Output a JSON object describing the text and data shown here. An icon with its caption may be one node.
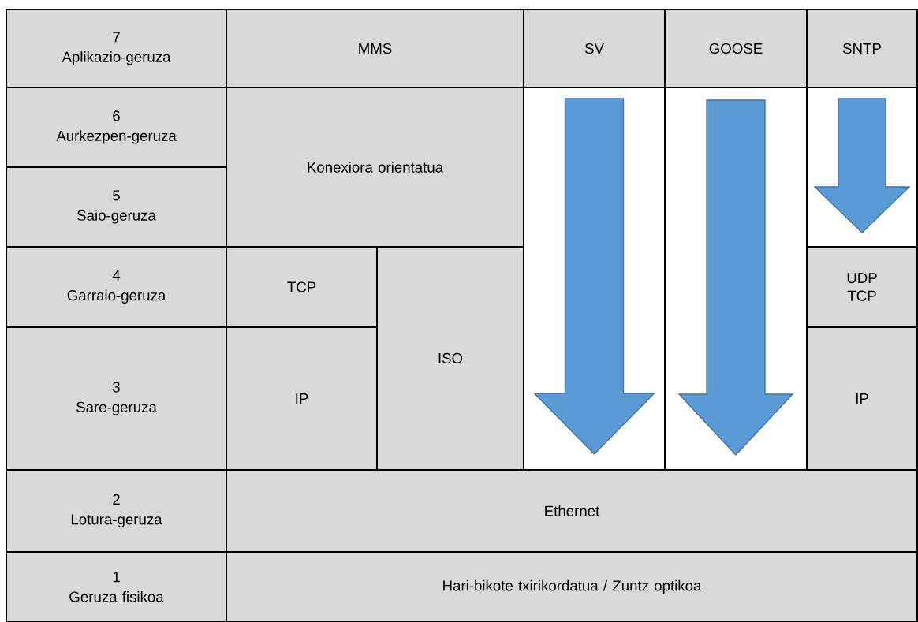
{
  "diagram": {
    "nodes": [
      {
        "text": [
          "7",
          "Aplikazio-geruza"
        ]
      },
      {
        "text": [
          "MMS"
        ]
      },
      {
        "text": [
          "SV"
        ]
      },
      {
        "text": [
          "GOOSE"
        ]
      },
      {
        "text": [
          "SNTP"
        ]
      },
      {
        "text": [
          "6",
          "Aurkezpen-geruza"
        ]
      },
      {
        "text": [
          "Konexiora orientatua"
        ]
      },
      {
        "text": [
          "5",
          "Saio-geruza"
        ]
      },
      {
        "text": [
          "4",
          "Garraio-geruza"
        ]
      },
      {
        "text": [
          "TCP"
        ]
      },
      {
        "text": [
          "ISO"
        ]
      },
      {
        "text": [
          "UDP TCP"
        ]
      },
      {
        "text": [
          "3",
          "Sare-geruza"
        ]
      },
      {
        "text": [
          "IP"
        ]
      },
      {
        "text": [
          "IP"
        ]
      },
      {
        "text": [
          "2",
          "Lotura-geruza"
        ]
      },
      {
        "text": [
          "Ethernet"
        ]
      },
      {
        "text": [
          "1",
          "Geruza fisikoa"
        ]
      },
      {
        "text": [
          "Hari-bikote txirikordatua / Zuntz optikoa"
        ]
      }
    ],
    "edges": [
      {
        "from": 2,
        "to": 16,
        "arrow": "to"
      },
      {
        "from": 3,
        "to": 16,
        "arrow": "to"
      },
      {
        "from": 4,
        "to": 11,
        "arrow": "to"
      }
    ]
  }
}
